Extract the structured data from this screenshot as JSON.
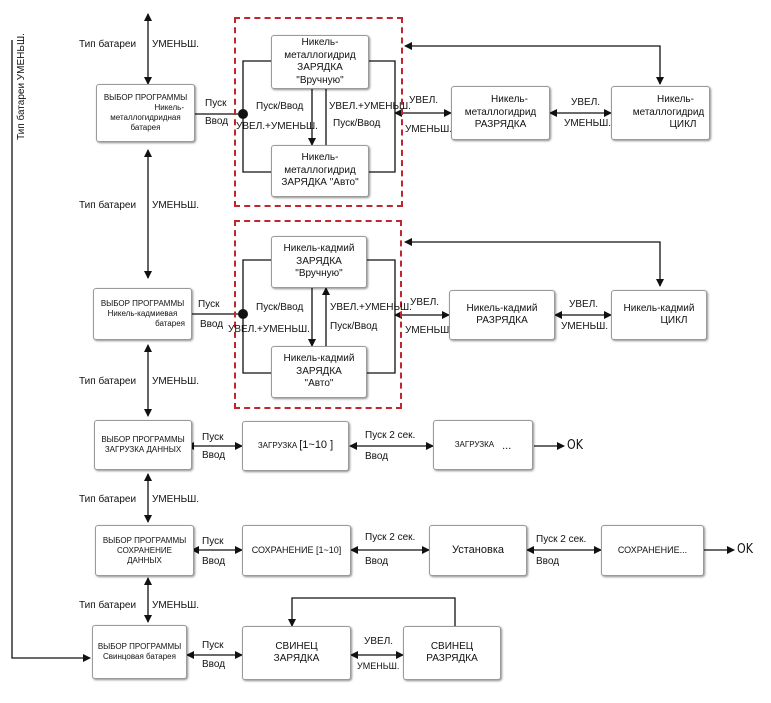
{
  "labels": {
    "battery_type": "Тип батареи",
    "decrease": "УМЕНЬШ.",
    "increase": "УВЕЛ.",
    "start": "Пуск",
    "enter": "Ввод",
    "start_enter": "Пуск/Ввод",
    "inc_dec": "УВЕЛ.+УМЕНЬШ.",
    "inc_plus_dec": "УВЕЛ.+УМЕНЬШ.",
    "start_2sec": "Пуск 2 сек.",
    "ok": "OK",
    "side_vertical": "Тип батареи УМЕНЬШ."
  },
  "programs": [
    {
      "name": "nimh",
      "lines": [
        "ВЫБОР ПРОГРАММЫ",
        "Никель-",
        "металлогидридная",
        "батарея"
      ],
      "manual_charge": [
        "Никель-",
        "металлогидрид",
        "ЗАРЯДКА",
        "\"Вручную\""
      ],
      "auto_charge": [
        "Никель-",
        "металлогидрид",
        "ЗАРЯДКА \"Авто\""
      ],
      "discharge": [
        "Никель-",
        "металлогидрид",
        "РАЗРЯДКА"
      ],
      "cycle": [
        "Никель-",
        "металлогидрид",
        "ЦИКЛ"
      ]
    },
    {
      "name": "nicd",
      "lines": [
        "ВЫБОР ПРОГРАММЫ",
        "Никель-кадмиевая",
        "батарея"
      ],
      "manual_charge": [
        "Никель-кадмий",
        "ЗАРЯДКА",
        "\"Вручную\""
      ],
      "auto_charge": [
        "Никель-кадмий",
        "ЗАРЯДКА",
        "\"Авто\""
      ],
      "discharge": [
        "Никель-кадмий",
        "РАЗРЯДКА"
      ],
      "cycle": [
        "Никель-кадмий",
        "ЦИКЛ"
      ]
    },
    {
      "name": "load",
      "lines": [
        "ВЫБОР ПРОГРАММЫ",
        "ЗАГРУЗКА ДАННЫХ"
      ],
      "step1": "ЗАГРУЗКА",
      "step1_range": "[1~10 ]",
      "step2": "ЗАГРУЗКА",
      "step2_dots": "..."
    },
    {
      "name": "save",
      "lines": [
        "ВЫБОР ПРОГРАММЫ",
        "СОХРАНЕНИЕ",
        "ДАННЫХ"
      ],
      "step1": "СОХРАНЕНИЕ [1~10]",
      "step2": "Установка",
      "step3": "СОХРАНЕНИЕ..."
    },
    {
      "name": "lead",
      "lines": [
        "ВЫБОР ПРОГРАММЫ",
        "Свинцовая батарея"
      ],
      "charge": [
        "СВИНЕЦ",
        "ЗАРЯДКА"
      ],
      "discharge": [
        "СВИНЕЦ",
        "РАЗРЯДКА"
      ]
    }
  ]
}
